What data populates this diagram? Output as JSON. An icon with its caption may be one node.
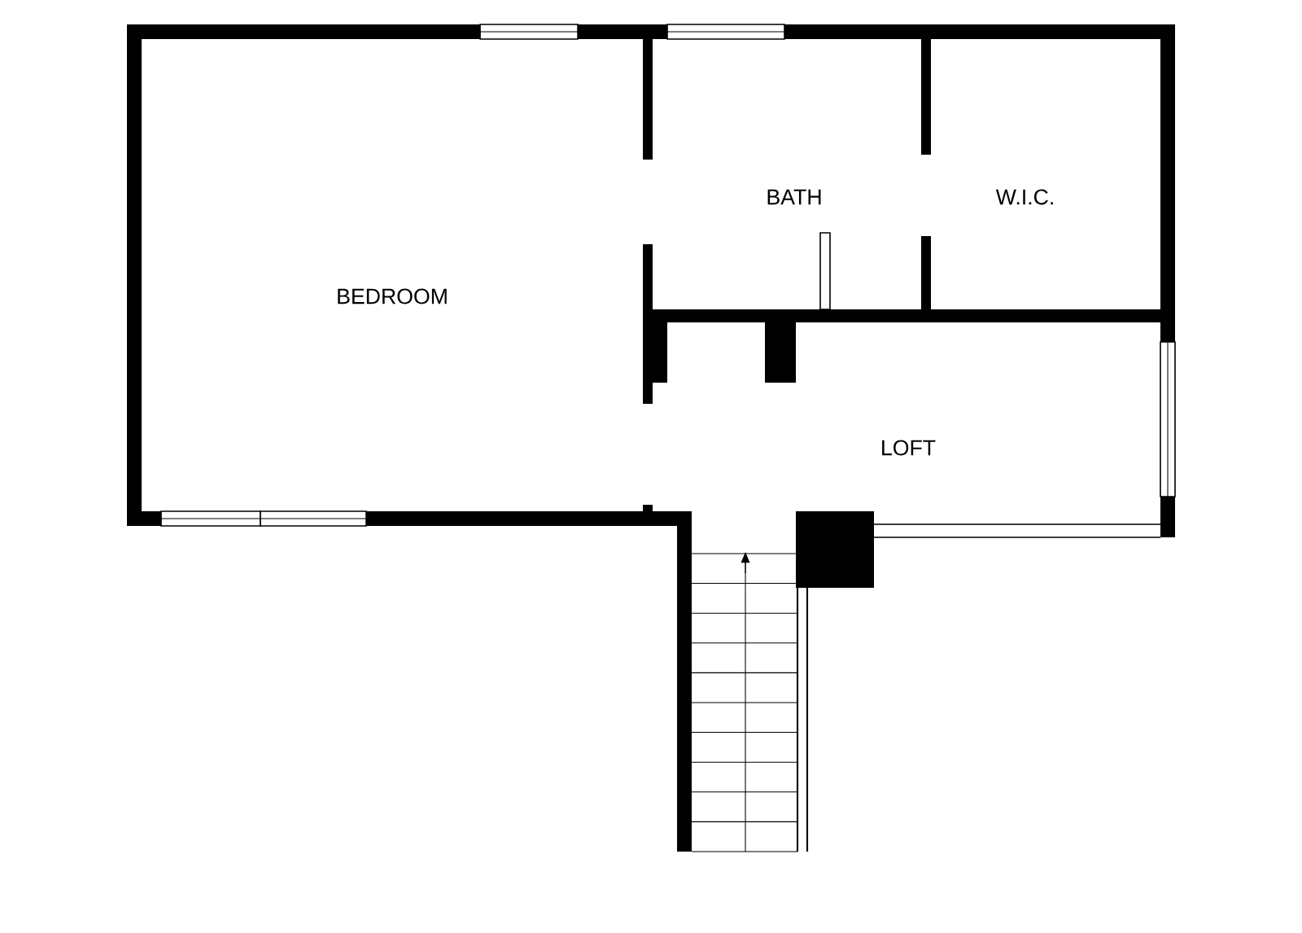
{
  "diagram": {
    "nodes": [
      {
        "text": [
          "BEDROOM"
        ]
      },
      {
        "text": [
          "BATH"
        ]
      },
      {
        "text": [
          "W.I.C."
        ]
      },
      {
        "text": [
          "LOFT"
        ]
      }
    ]
  }
}
